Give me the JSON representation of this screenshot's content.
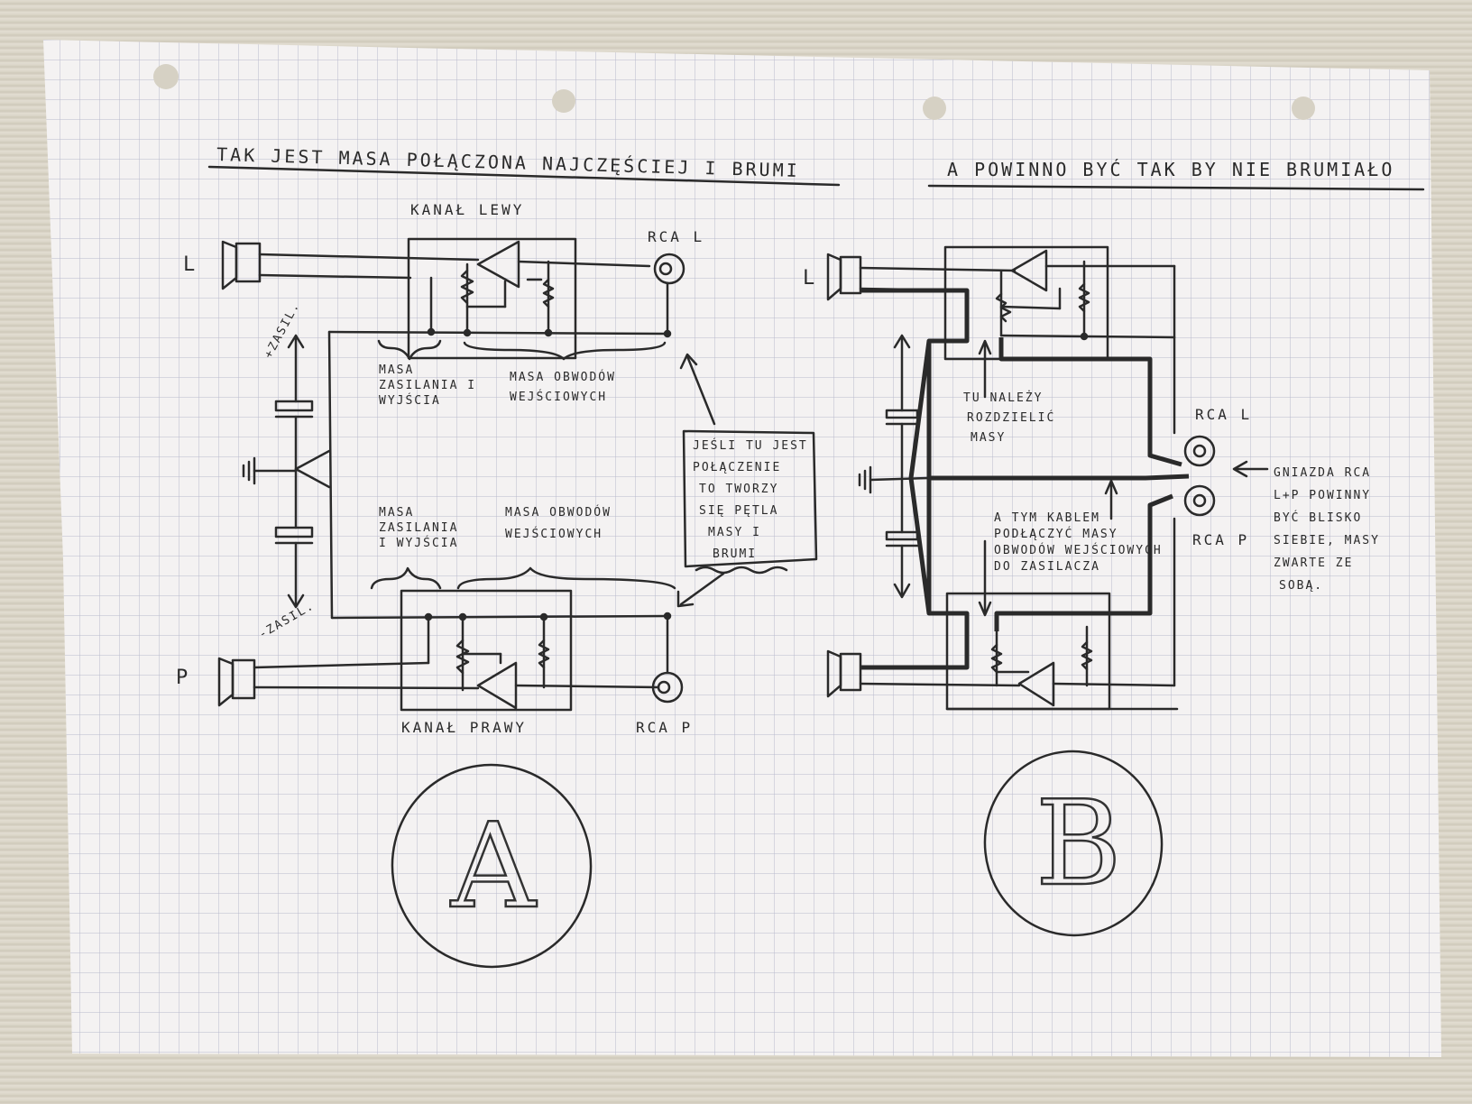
{
  "diagram_a": {
    "title": "TAK JEST MASA POŁĄCZONA NAJCZĘŚCIEJ I BRUMI",
    "channel_left": "KANAŁ LEWY",
    "channel_right": "KANAŁ PRAWY",
    "input_l": "L",
    "input_p": "P",
    "rca_l": "RCA L",
    "rca_p": "RCA P",
    "supply_plus": "+ZASIL.",
    "supply_minus": "-ZASIL.",
    "gnd_power_top": [
      "MASA",
      "ZASILANIA I",
      "WYJŚCIA"
    ],
    "gnd_input_top": [
      "MASA OBWODÓW",
      "WEJŚCIOWYCH"
    ],
    "gnd_power_bottom": [
      "MASA",
      "ZASILANIA",
      "I WYJŚCIA"
    ],
    "gnd_input_bottom": [
      "MASA OBWODÓW",
      "WEJŚCIOWYCH"
    ],
    "note": [
      "JEŚLI TU JEST",
      "POŁĄCZENIE",
      "TO TWORZY",
      "SIĘ PĘTLA",
      "MASY I",
      "BRUMI"
    ],
    "circle_letter": "A"
  },
  "diagram_b": {
    "title": "A POWINNO BYĆ TAK BY NIE BRUMIAŁO",
    "input_l": "L",
    "rca_l": "RCA L",
    "rca_p": "RCA P",
    "note_split": [
      "TU NALEŻY",
      "ROZDZIELIĆ",
      "MASY"
    ],
    "note_cable": [
      "A TYM KABLEM",
      "PODŁĄCZYĆ MASY",
      "OBWODÓW WEJŚCIOWYCH",
      "DO ZASILACZA"
    ],
    "note_sockets": [
      "GNIAZDA RCA",
      "L+P POWINNY",
      "BYĆ BLISKO",
      "SIEBIE, MASY",
      "ZWARTE ZE",
      "SOBĄ."
    ],
    "circle_letter": "B"
  },
  "colors": {
    "ink": "#2a2a2a",
    "grid": "#b9b9cc",
    "paper": "#f4f2f2"
  }
}
